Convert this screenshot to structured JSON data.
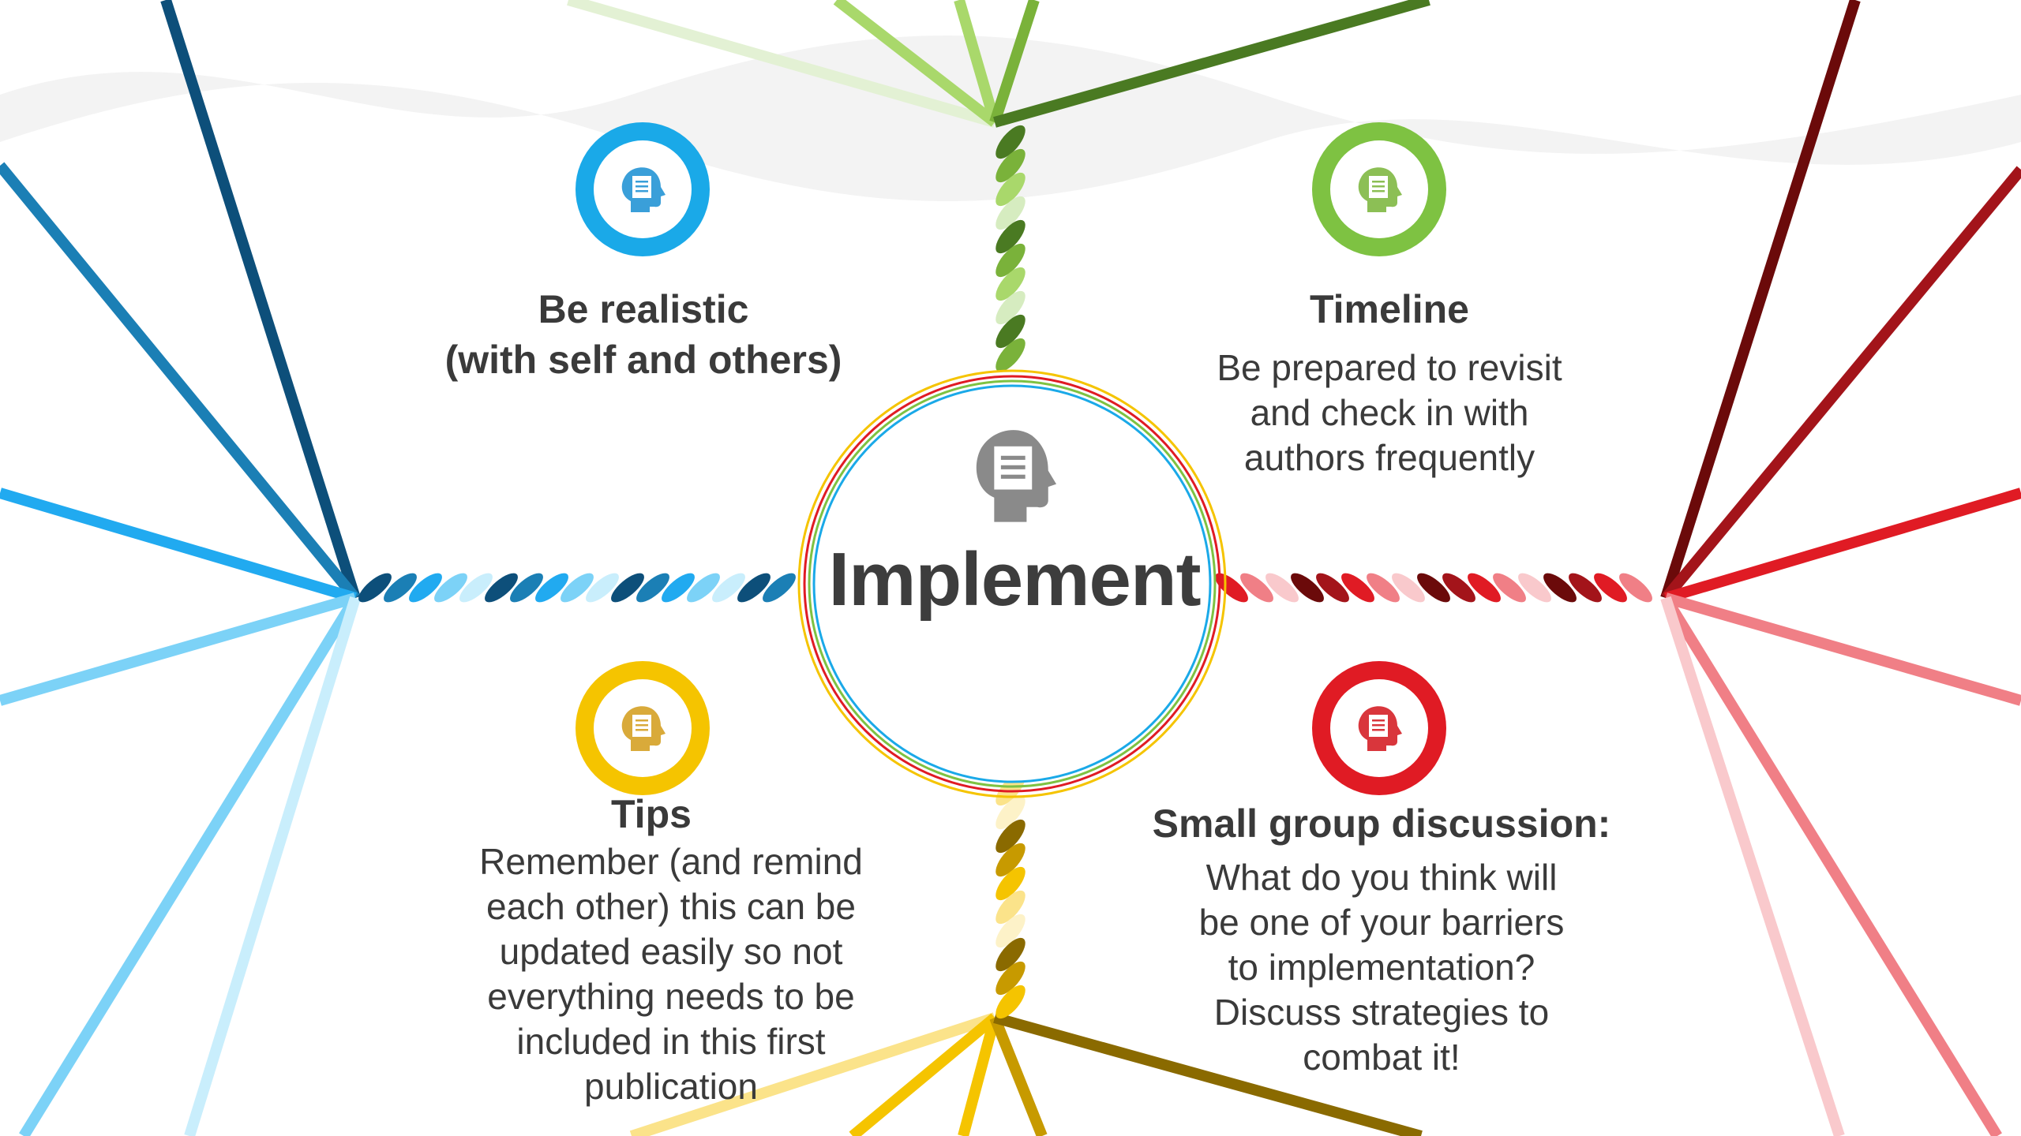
{
  "center": {
    "title": "Implement",
    "icon": "head-document-icon"
  },
  "quadrants": {
    "top_left": {
      "heading": "Be realistic\n(with self and others)",
      "body": "",
      "icon": "head-document-icon",
      "color": "#1aa9e8"
    },
    "top_right": {
      "heading": "Timeline",
      "body": "Be prepared to revisit\nand check in with\nauthors frequently",
      "icon": "head-document-icon",
      "color": "#7ec242"
    },
    "bottom_left": {
      "heading": "Tips",
      "body": "Remember (and remind\neach other) this can be\nupdated easily so not\neverything needs to be\nincluded in this first\npublication",
      "icon": "head-document-icon",
      "color": "#f5c400"
    },
    "bottom_right": {
      "heading": "Small group discussion:",
      "body": "What do you think will\nbe one of your barriers\nto implementation?\nDiscuss strategies to\ncombat it!",
      "icon": "head-document-icon",
      "color": "#e01b24"
    }
  },
  "colors": {
    "blue_palette": [
      "#0d4f7a",
      "#1b7fb5",
      "#21aaf0",
      "#7cd2f7",
      "#c9eefc"
    ],
    "green_palette": [
      "#4a7a22",
      "#7ab23a",
      "#a9d86b",
      "#d6ecc0"
    ],
    "red_palette": [
      "#6b0a0a",
      "#a3141a",
      "#e01b24",
      "#f07f86",
      "#f9c9cc"
    ],
    "yellow_palette": [
      "#8a6a00",
      "#c79a00",
      "#f5c400",
      "#fbe38a",
      "#fdf2c8"
    ],
    "text": "#3a3a3a"
  }
}
